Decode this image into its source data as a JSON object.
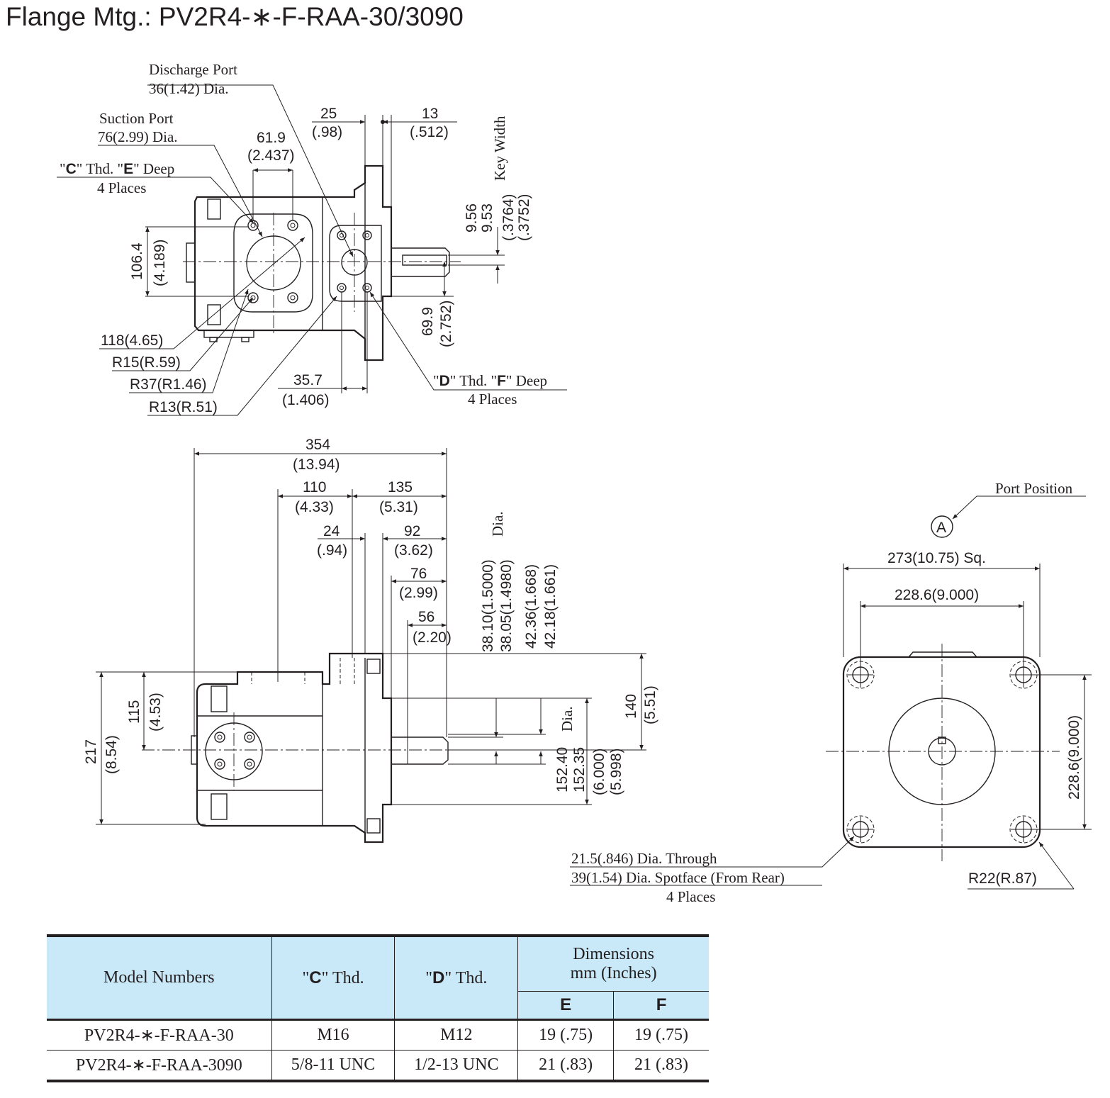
{
  "title": "Flange Mtg.: PV2R4-∗-F-RAA-30/3090",
  "top_view": {
    "discharge_port_label": "Discharge Port",
    "discharge_port_dia": "36(1.42) Dia.",
    "suction_port_label": "Suction Port",
    "suction_port_dia": "76(2.99) Dia.",
    "c_thd_q1": "\"",
    "c_thd_letter": "C",
    "c_thd_mid": "\" Thd. \"",
    "c_thd_letter2": "E",
    "c_thd_end": "\" Deep",
    "c_thd_places": "4 Places",
    "dim_61_9": "61.9",
    "dim_61_9_in": "(2.437)",
    "dim_25": "25",
    "dim_25_in": "(.98)",
    "dim_13": "13",
    "dim_13_in": "(.512)",
    "key_width": "Key Width",
    "dim_9_56": "9.56",
    "dim_9_53": "9.53",
    "dim_9_56_in": "(.3764)",
    "dim_9_53_in": "(.3752)",
    "dim_106_4": "106.4",
    "dim_106_4_in": "(4.189)",
    "dim_69_9": "69.9",
    "dim_69_9_in": "(2.752)",
    "dim_118": "118(4.65)",
    "dim_r15": "R15(R.59)",
    "dim_r37": "R37(R1.46)",
    "dim_r13": "R13(R.51)",
    "dim_35_7": "35.7",
    "dim_35_7_in": "(1.406)",
    "d_thd_q1": "\"",
    "d_thd_letter": "D",
    "d_thd_mid": "\" Thd. \"",
    "d_thd_letter2": "F",
    "d_thd_end": "\" Deep",
    "d_thd_places": "4 Places"
  },
  "side_view": {
    "dim_354": "354",
    "dim_354_in": "(13.94)",
    "dim_110": "110",
    "dim_110_in": "(4.33)",
    "dim_135": "135",
    "dim_135_in": "(5.31)",
    "dim_24": "24",
    "dim_24_in": "(.94)",
    "dim_92": "92",
    "dim_92_in": "(3.62)",
    "dim_76": "76",
    "dim_76_in": "(2.99)",
    "dim_56": "56",
    "dim_56_in": "(2.20)",
    "dim_38_10": "38.10(1.5000)",
    "dim_38_05": "38.05(1.4980)",
    "dia_label": "Dia.",
    "dim_42_36": "42.36(1.668)",
    "dim_42_18": "42.18(1.661)",
    "dim_217": "217",
    "dim_217_in": "(8.54)",
    "dim_115": "115",
    "dim_115_in": "(4.53)",
    "dim_140": "140",
    "dim_140_in": "(5.51)",
    "dim_152_40": "152.40",
    "dim_152_35": "152.35",
    "dim_152_40_in": "(6.000)",
    "dim_152_35_in": "(5.998)",
    "dia_label2": "Dia."
  },
  "front_view": {
    "port_position": "Port Position",
    "port_marker": "A",
    "dim_273": "273(10.75) Sq.",
    "dim_228_top": "228.6(9.000)",
    "dim_228_side": "228.6(9.000)",
    "hole_note_1": "21.5(.846) Dia. Through",
    "hole_note_2": "39(1.54) Dia. Spotface (From Rear)",
    "hole_note_3": "4 Places",
    "dim_r22": "R22(R.87)"
  },
  "table": {
    "col_model": "Model Numbers",
    "col_c_q1": "\"",
    "col_c_letter": "C",
    "col_c_end": "\" Thd.",
    "col_d_q1": "\"",
    "col_d_letter": "D",
    "col_d_end": "\" Thd.",
    "col_dims_1": "Dimensions",
    "col_dims_2": "mm (Inches)",
    "col_e": "E",
    "col_f": "F",
    "rows": [
      {
        "model": "PV2R4-∗-F-RAA-30",
        "c": "M16",
        "d": "M12",
        "e": "19 (.75)",
        "f": "19 (.75)"
      },
      {
        "model": "PV2R4-∗-F-RAA-3090",
        "c": "5/8-11 UNC",
        "d": "1/2-13 UNC",
        "e": "21 (.83)",
        "f": "21 (.83)"
      }
    ]
  }
}
